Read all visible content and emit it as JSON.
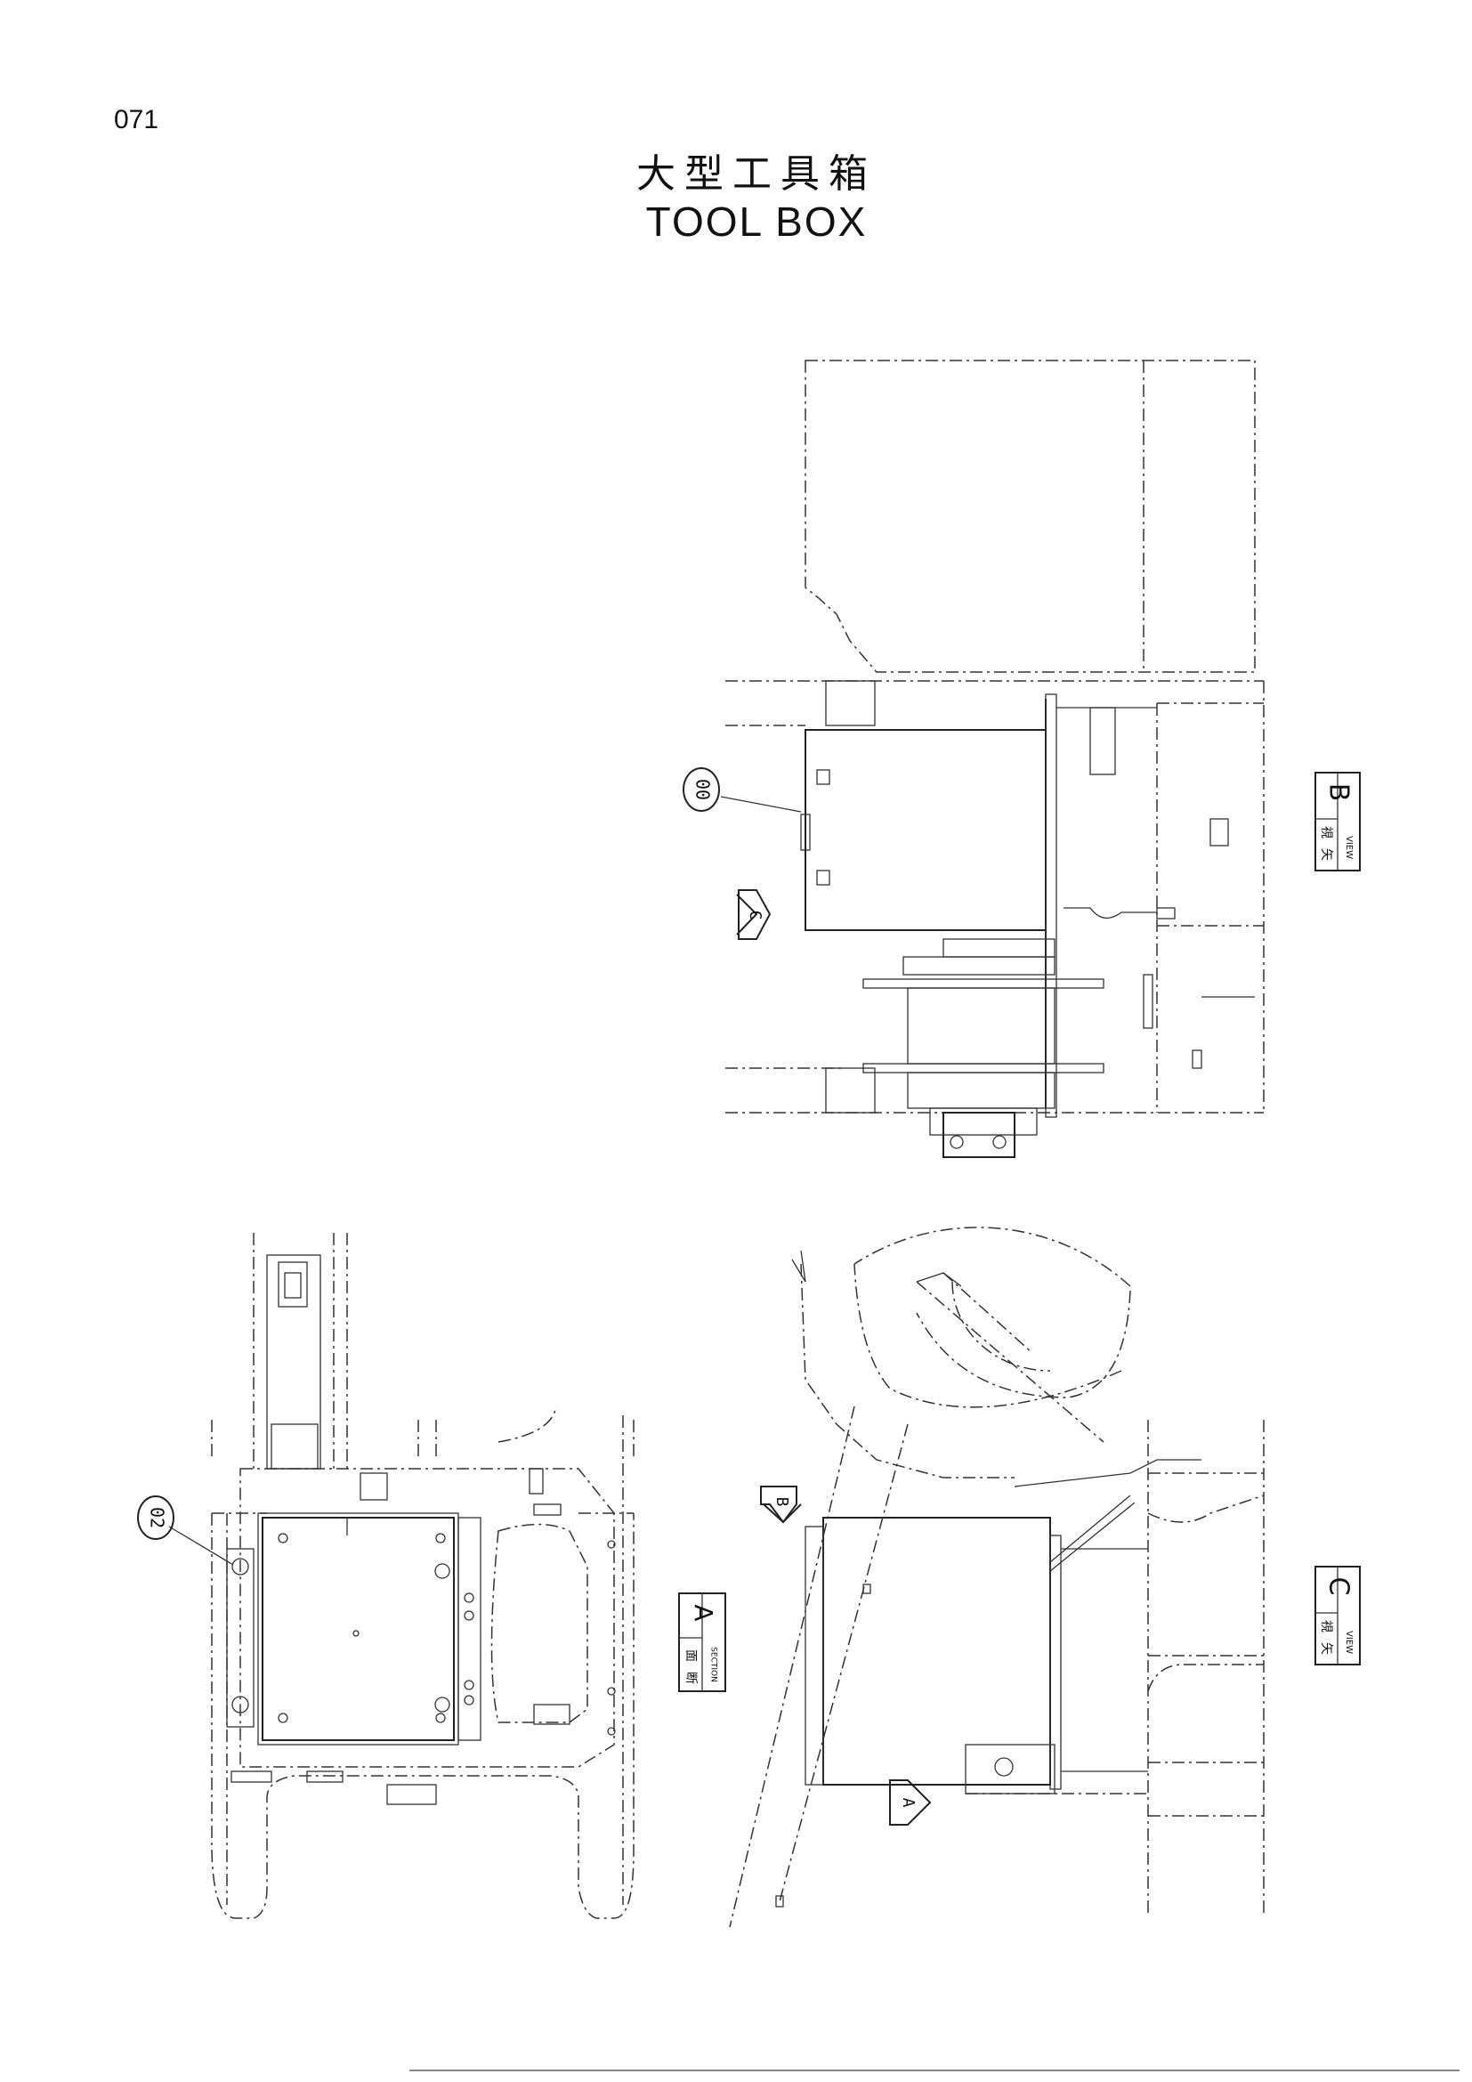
{
  "page": {
    "number": "071"
  },
  "title": {
    "cn": "大型工具箱",
    "en": "TOOL BOX"
  },
  "callouts": [
    {
      "id": "callout-00",
      "text": "00"
    },
    {
      "id": "callout-02",
      "text": "02"
    }
  ],
  "view_markers": [
    {
      "id": "marker-b",
      "letter": "B"
    },
    {
      "id": "marker-c",
      "letter": "C"
    },
    {
      "id": "marker-a",
      "letter": "A"
    }
  ],
  "view_labels": {
    "view_b": {
      "letter": "B",
      "cn1": "矢",
      "cn2": "視",
      "en": "VIEW"
    },
    "section_a": {
      "letter": "A",
      "cn1": "断",
      "cn2": "面",
      "en": "SECTION"
    },
    "view_c": {
      "letter": "C",
      "cn1": "矢",
      "cn2": "視",
      "en": "VIEW"
    }
  }
}
